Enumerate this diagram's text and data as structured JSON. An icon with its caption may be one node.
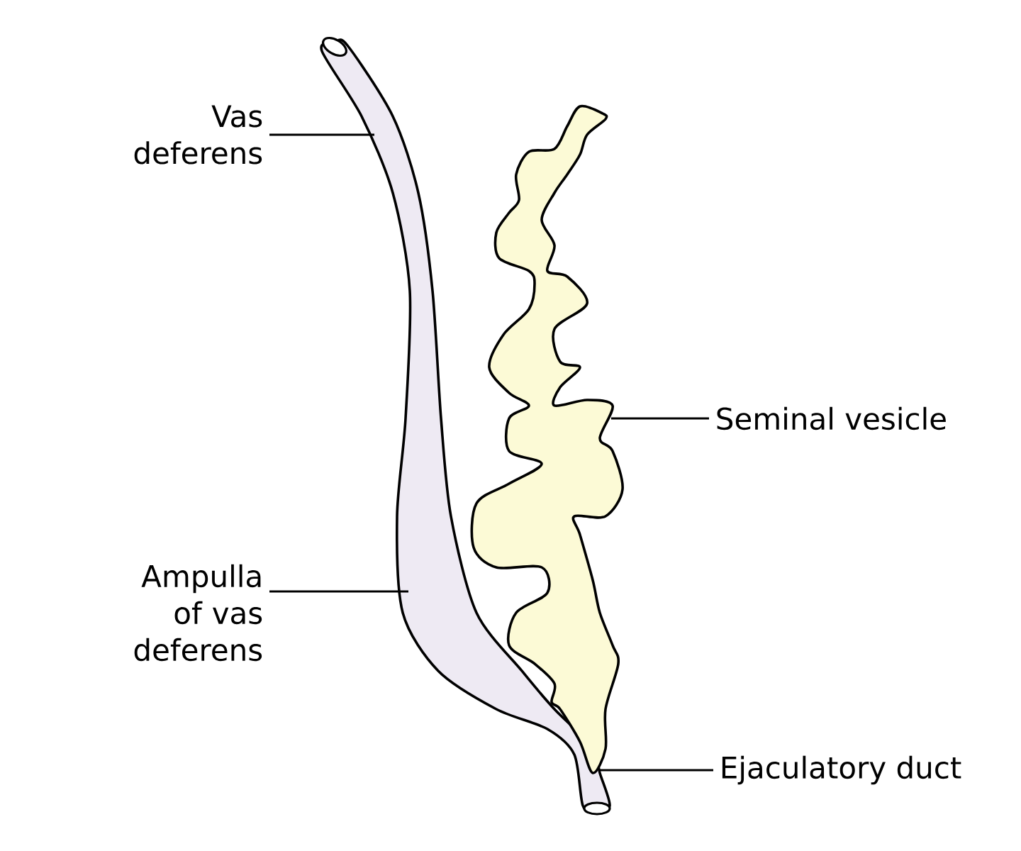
{
  "diagram": {
    "nodes": [
      {
        "text": [
          "Vas deferens"
        ]
      },
      {
        "text": [
          "Seminal vesicle"
        ]
      },
      {
        "text": [
          "Ampulla of vas deferens"
        ]
      },
      {
        "text": [
          "Ejaculatory duct"
        ]
      }
    ],
    "edges": [
      {
        "from": 0,
        "to": null,
        "arrow": "none"
      },
      {
        "from": 1,
        "to": null,
        "arrow": "none"
      },
      {
        "from": 2,
        "to": null,
        "arrow": "none"
      },
      {
        "from": 3,
        "to": null,
        "arrow": "none"
      }
    ]
  }
}
